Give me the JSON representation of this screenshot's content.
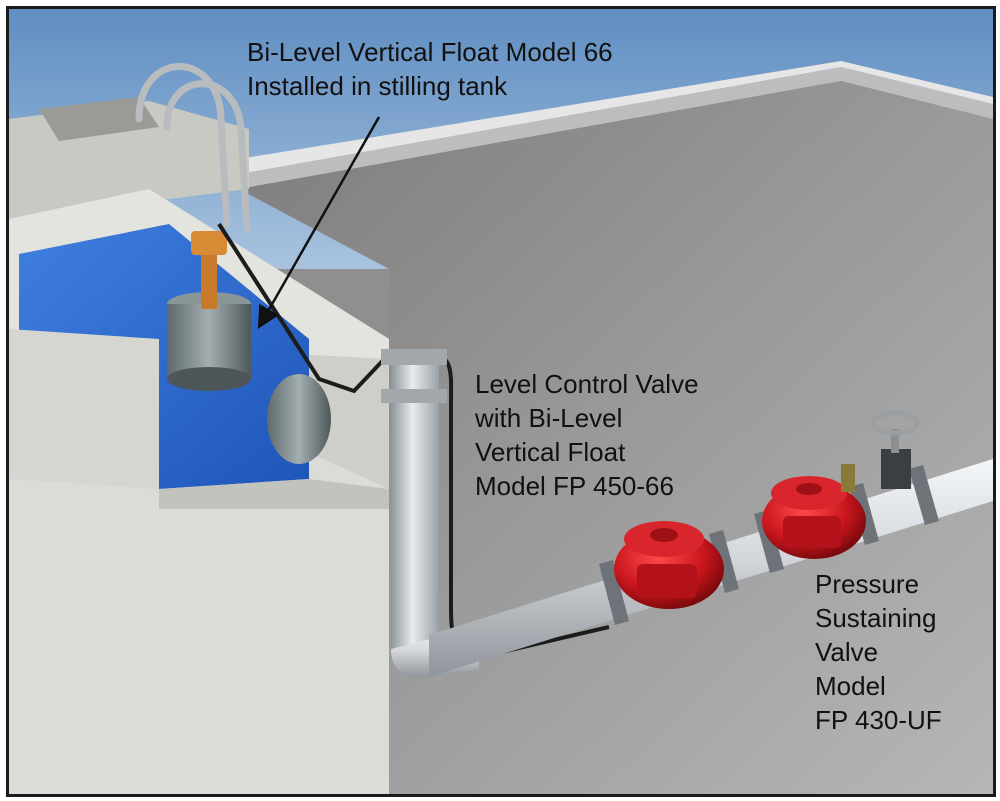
{
  "callouts": {
    "float": {
      "lines": [
        "Bi-Level Vertical Float Model 66",
        "Installed in stilling tank"
      ]
    },
    "level_valve": {
      "lines": [
        "Level Control Valve",
        "with Bi-Level",
        "Vertical Float",
        "Model FP 450-66"
      ]
    },
    "pressure_valve": {
      "lines": [
        "Pressure",
        "Sustaining",
        "Valve",
        "Model",
        "FP 430-UF"
      ]
    }
  },
  "colors": {
    "sky": "#6f98c4",
    "ground": "#8e8e8e",
    "concrete": "#d9d9d4",
    "water": "#2f6fd6",
    "valve_red": "#c8161d",
    "pipe": "#d6d9dc"
  }
}
